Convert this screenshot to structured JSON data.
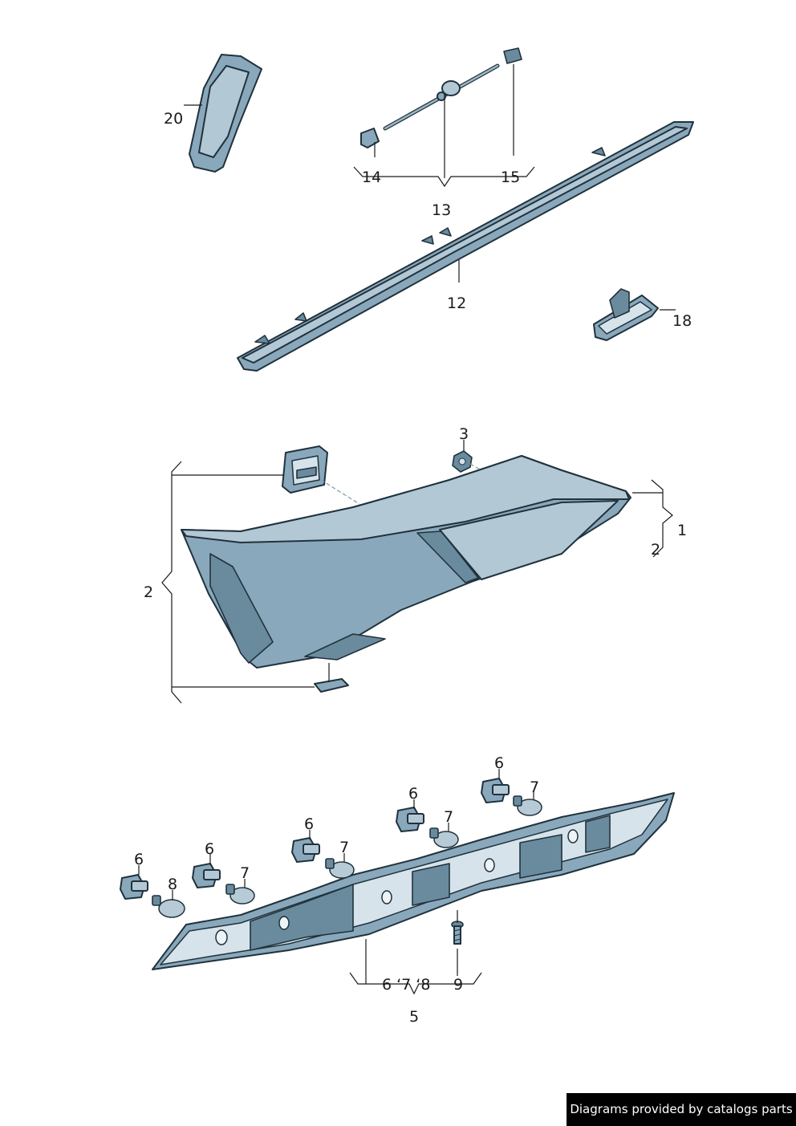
{
  "labels": {
    "l20": "20",
    "l14": "14",
    "l13": "13",
    "l15": "15",
    "l12": "12",
    "l18": "18",
    "l3": "3",
    "l1": "1",
    "l2_right": "2",
    "l2_left": "2",
    "l6_a": "6",
    "l6_b": "6",
    "l6_c": "6",
    "l6_d": "6",
    "l6_e": "6",
    "l7_b": "7",
    "l7_c": "7",
    "l7_d": "7",
    "l7_e": "7",
    "l8": "8",
    "group5_list": "6 ‘7 ‘8",
    "l9": "9",
    "l5": "5"
  },
  "banner": "Diagrams provided by catalogs parts"
}
